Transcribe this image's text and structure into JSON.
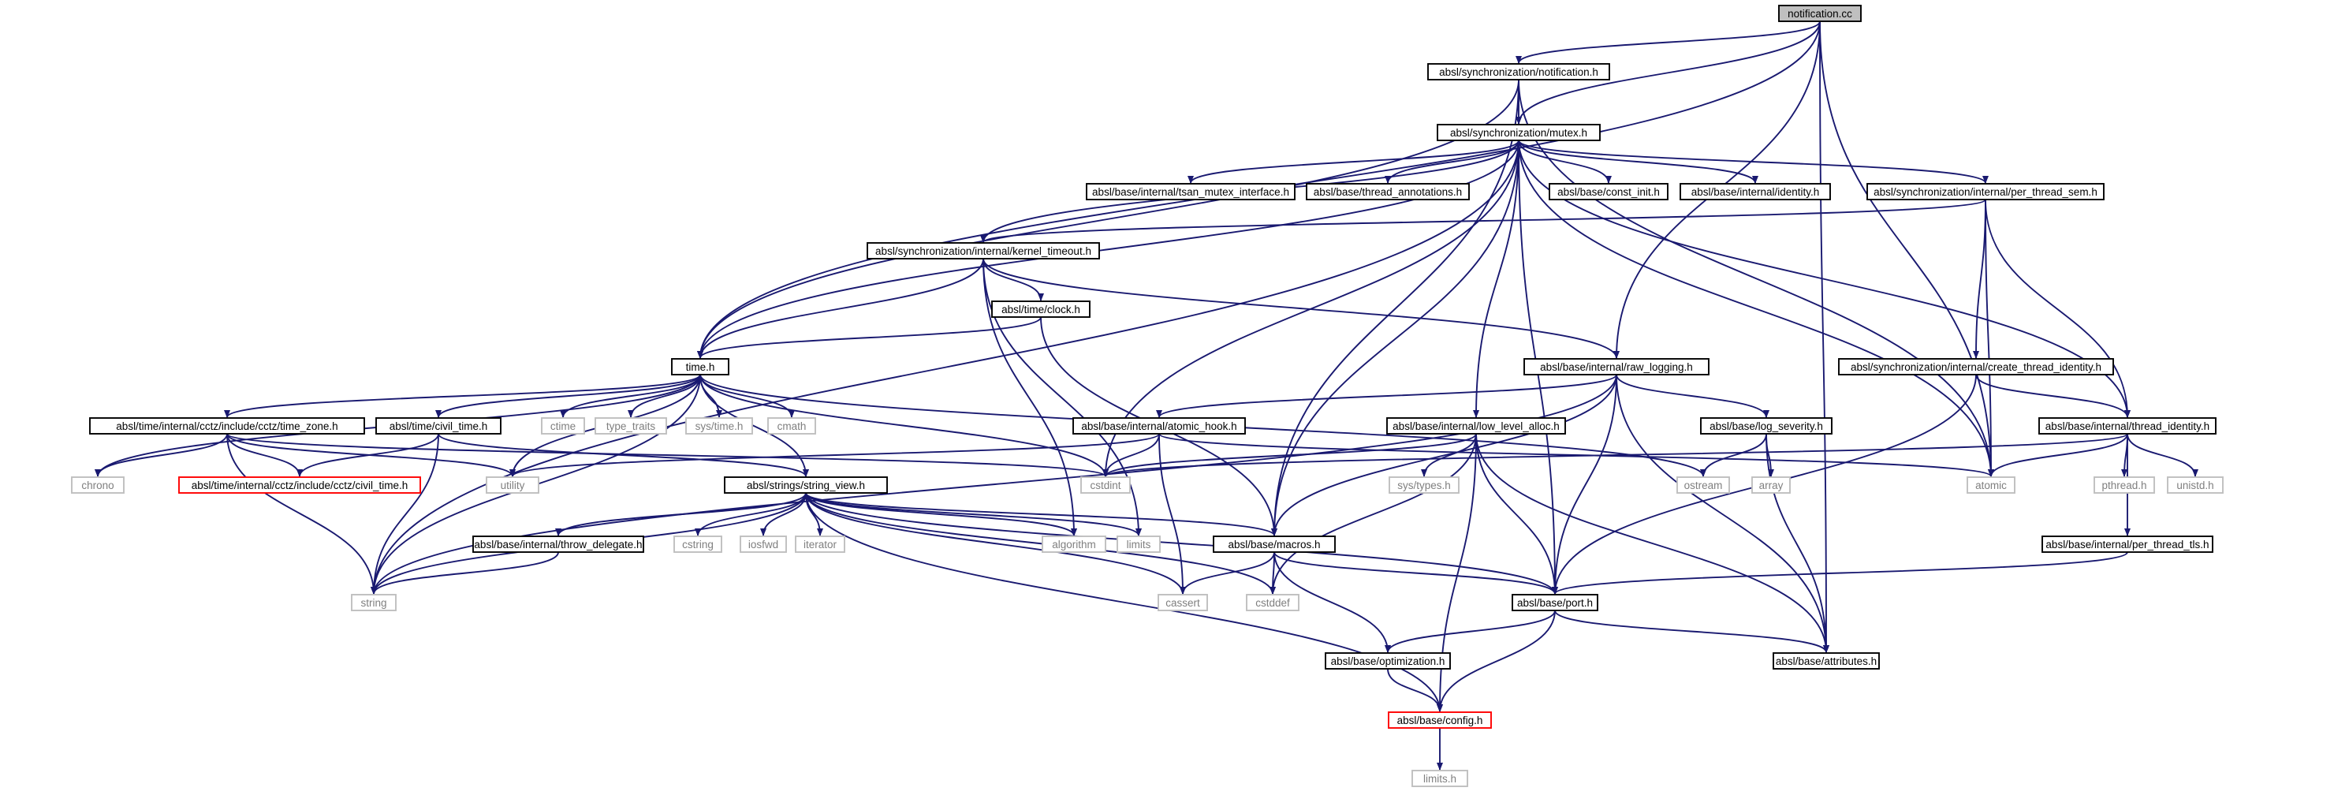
{
  "title": "notification.cc",
  "colors": {
    "edge": "#191970",
    "node_border": "#000000",
    "external_border": "#bfbfbf",
    "external_text": "#7f7f7f",
    "truncated_border": "#ff0000",
    "root_fill": "#bfbfbf"
  },
  "nodes": [
    {
      "id": "root",
      "label": "notification.cc",
      "kind": "root"
    },
    {
      "id": "notif_h",
      "label": "absl/synchronization/notification.h",
      "kind": "internal"
    },
    {
      "id": "mutex_h",
      "label": "absl/synchronization/mutex.h",
      "kind": "internal"
    },
    {
      "id": "tsan",
      "label": "absl/base/internal/tsan_mutex_interface.h",
      "kind": "internal"
    },
    {
      "id": "thread_ann",
      "label": "absl/base/thread_annotations.h",
      "kind": "internal"
    },
    {
      "id": "const_init",
      "label": "absl/base/const_init.h",
      "kind": "internal"
    },
    {
      "id": "identity",
      "label": "absl/base/internal/identity.h",
      "kind": "internal"
    },
    {
      "id": "per_thread_sem",
      "label": "absl/synchronization/internal/per_thread_sem.h",
      "kind": "internal"
    },
    {
      "id": "kernel_timeout",
      "label": "absl/synchronization/internal/kernel_timeout.h",
      "kind": "internal"
    },
    {
      "id": "clock_h",
      "label": "absl/time/clock.h",
      "kind": "internal"
    },
    {
      "id": "time_h",
      "label": "time.h",
      "kind": "internal"
    },
    {
      "id": "raw_logging",
      "label": "absl/base/internal/raw_logging.h",
      "kind": "internal"
    },
    {
      "id": "create_ti",
      "label": "absl/synchronization/internal/create_thread_identity.h",
      "kind": "internal"
    },
    {
      "id": "time_zone",
      "label": "absl/time/internal/cctz/include/cctz/time_zone.h",
      "kind": "internal"
    },
    {
      "id": "civil_time",
      "label": "absl/time/civil_time.h",
      "kind": "internal"
    },
    {
      "id": "atomic_hook",
      "label": "absl/base/internal/atomic_hook.h",
      "kind": "internal"
    },
    {
      "id": "low_level_alloc",
      "label": "absl/base/internal/low_level_alloc.h",
      "kind": "internal"
    },
    {
      "id": "log_severity",
      "label": "absl/base/log_severity.h",
      "kind": "internal"
    },
    {
      "id": "thread_identity",
      "label": "absl/base/internal/thread_identity.h",
      "kind": "internal"
    },
    {
      "id": "cctz_civil",
      "label": "absl/time/internal/cctz/include/cctz/civil_time.h",
      "kind": "truncated"
    },
    {
      "id": "string_view",
      "label": "absl/strings/string_view.h",
      "kind": "internal"
    },
    {
      "id": "throw_delegate",
      "label": "absl/base/internal/throw_delegate.h",
      "kind": "internal"
    },
    {
      "id": "macros",
      "label": "absl/base/macros.h",
      "kind": "internal"
    },
    {
      "id": "per_thread_tls",
      "label": "absl/base/internal/per_thread_tls.h",
      "kind": "internal"
    },
    {
      "id": "port",
      "label": "absl/base/port.h",
      "kind": "internal"
    },
    {
      "id": "optimization",
      "label": "absl/base/optimization.h",
      "kind": "internal"
    },
    {
      "id": "attributes",
      "label": "absl/base/attributes.h",
      "kind": "internal"
    },
    {
      "id": "config",
      "label": "absl/base/config.h",
      "kind": "truncated"
    },
    {
      "id": "chrono",
      "label": "chrono",
      "kind": "external"
    },
    {
      "id": "ctime",
      "label": "ctime",
      "kind": "external"
    },
    {
      "id": "type_traits",
      "label": "type_traits",
      "kind": "external"
    },
    {
      "id": "sys_time",
      "label": "sys/time.h",
      "kind": "external"
    },
    {
      "id": "cmath",
      "label": "cmath",
      "kind": "external"
    },
    {
      "id": "utility",
      "label": "utility",
      "kind": "external"
    },
    {
      "id": "cstdint",
      "label": "cstdint",
      "kind": "external"
    },
    {
      "id": "sys_types",
      "label": "sys/types.h",
      "kind": "external"
    },
    {
      "id": "ostream",
      "label": "ostream",
      "kind": "external"
    },
    {
      "id": "array",
      "label": "array",
      "kind": "external"
    },
    {
      "id": "atomic",
      "label": "atomic",
      "kind": "external"
    },
    {
      "id": "pthread",
      "label": "pthread.h",
      "kind": "external"
    },
    {
      "id": "unistd",
      "label": "unistd.h",
      "kind": "external"
    },
    {
      "id": "cstring",
      "label": "cstring",
      "kind": "external"
    },
    {
      "id": "iosfwd",
      "label": "iosfwd",
      "kind": "external"
    },
    {
      "id": "iterator",
      "label": "iterator",
      "kind": "external"
    },
    {
      "id": "algorithm",
      "label": "algorithm",
      "kind": "external"
    },
    {
      "id": "limits",
      "label": "limits",
      "kind": "external"
    },
    {
      "id": "cassert",
      "label": "cassert",
      "kind": "external"
    },
    {
      "id": "cstddef",
      "label": "cstddef",
      "kind": "external"
    },
    {
      "id": "string",
      "label": "string",
      "kind": "external"
    },
    {
      "id": "limits_h",
      "label": "limits.h",
      "kind": "external"
    }
  ],
  "edges": [
    [
      "root",
      "notif_h"
    ],
    [
      "root",
      "mutex_h"
    ],
    [
      "root",
      "time_h"
    ],
    [
      "root",
      "raw_logging"
    ],
    [
      "root",
      "atomic"
    ],
    [
      "root",
      "attributes"
    ],
    [
      "notif_h",
      "mutex_h"
    ],
    [
      "notif_h",
      "time_h"
    ],
    [
      "notif_h",
      "macros"
    ],
    [
      "notif_h",
      "atomic"
    ],
    [
      "mutex_h",
      "tsan"
    ],
    [
      "mutex_h",
      "thread_ann"
    ],
    [
      "mutex_h",
      "const_init"
    ],
    [
      "mutex_h",
      "identity"
    ],
    [
      "mutex_h",
      "per_thread_sem"
    ],
    [
      "mutex_h",
      "kernel_timeout"
    ],
    [
      "mutex_h",
      "time_h"
    ],
    [
      "mutex_h",
      "low_level_alloc"
    ],
    [
      "mutex_h",
      "thread_identity"
    ],
    [
      "mutex_h",
      "port"
    ],
    [
      "mutex_h",
      "macros"
    ],
    [
      "mutex_h",
      "cstdint"
    ],
    [
      "mutex_h",
      "atomic"
    ],
    [
      "mutex_h",
      "string"
    ],
    [
      "per_thread_sem",
      "kernel_timeout"
    ],
    [
      "per_thread_sem",
      "create_ti"
    ],
    [
      "per_thread_sem",
      "thread_identity"
    ],
    [
      "per_thread_sem",
      "atomic"
    ],
    [
      "kernel_timeout",
      "clock_h"
    ],
    [
      "kernel_timeout",
      "time_h"
    ],
    [
      "kernel_timeout",
      "raw_logging"
    ],
    [
      "kernel_timeout",
      "algorithm"
    ],
    [
      "kernel_timeout",
      "limits"
    ],
    [
      "clock_h",
      "time_h"
    ],
    [
      "clock_h",
      "macros"
    ],
    [
      "time_h",
      "chrono"
    ],
    [
      "time_h",
      "ctime"
    ],
    [
      "time_h",
      "type_traits"
    ],
    [
      "time_h",
      "sys_time"
    ],
    [
      "time_h",
      "cmath"
    ],
    [
      "time_h",
      "utility"
    ],
    [
      "time_h",
      "cstdint"
    ],
    [
      "time_h",
      "string"
    ],
    [
      "time_h",
      "ostream"
    ],
    [
      "time_h",
      "time_zone"
    ],
    [
      "time_h",
      "civil_time"
    ],
    [
      "time_h",
      "string_view"
    ],
    [
      "raw_logging",
      "atomic_hook"
    ],
    [
      "raw_logging",
      "log_severity"
    ],
    [
      "raw_logging",
      "macros"
    ],
    [
      "raw_logging",
      "port"
    ],
    [
      "raw_logging",
      "attributes"
    ],
    [
      "raw_logging",
      "string"
    ],
    [
      "create_ti",
      "thread_identity"
    ],
    [
      "create_ti",
      "port"
    ],
    [
      "time_zone",
      "chrono"
    ],
    [
      "time_zone",
      "cstdint"
    ],
    [
      "time_zone",
      "string"
    ],
    [
      "time_zone",
      "utility"
    ],
    [
      "time_zone",
      "cctz_civil"
    ],
    [
      "civil_time",
      "cctz_civil"
    ],
    [
      "civil_time",
      "string_view"
    ],
    [
      "civil_time",
      "string"
    ],
    [
      "atomic_hook",
      "atomic"
    ],
    [
      "atomic_hook",
      "cassert"
    ],
    [
      "atomic_hook",
      "cstdint"
    ],
    [
      "atomic_hook",
      "utility"
    ],
    [
      "low_level_alloc",
      "sys_types"
    ],
    [
      "low_level_alloc",
      "cstdint"
    ],
    [
      "low_level_alloc",
      "port"
    ],
    [
      "low_level_alloc",
      "config"
    ],
    [
      "low_level_alloc",
      "attributes"
    ],
    [
      "low_level_alloc",
      "cstddef"
    ],
    [
      "log_severity",
      "array"
    ],
    [
      "log_severity",
      "ostream"
    ],
    [
      "log_severity",
      "attributes"
    ],
    [
      "thread_identity",
      "atomic"
    ],
    [
      "thread_identity",
      "pthread"
    ],
    [
      "thread_identity",
      "unistd"
    ],
    [
      "thread_identity",
      "cstdint"
    ],
    [
      "thread_identity",
      "per_thread_tls"
    ],
    [
      "per_thread_tls",
      "port"
    ],
    [
      "string_view",
      "cstring"
    ],
    [
      "string_view",
      "iosfwd"
    ],
    [
      "string_view",
      "iterator"
    ],
    [
      "string_view",
      "algorithm"
    ],
    [
      "string_view",
      "limits"
    ],
    [
      "string_view",
      "cassert"
    ],
    [
      "string_view",
      "cstddef"
    ],
    [
      "string_view",
      "string"
    ],
    [
      "string_view",
      "throw_delegate"
    ],
    [
      "string_view",
      "macros"
    ],
    [
      "string_view",
      "port"
    ],
    [
      "string_view",
      "config"
    ],
    [
      "throw_delegate",
      "string"
    ],
    [
      "macros",
      "cassert"
    ],
    [
      "macros",
      "cstddef"
    ],
    [
      "macros",
      "port"
    ],
    [
      "macros",
      "optimization"
    ],
    [
      "port",
      "optimization"
    ],
    [
      "port",
      "attributes"
    ],
    [
      "port",
      "config"
    ],
    [
      "optimization",
      "config"
    ],
    [
      "config",
      "limits_h"
    ]
  ]
}
